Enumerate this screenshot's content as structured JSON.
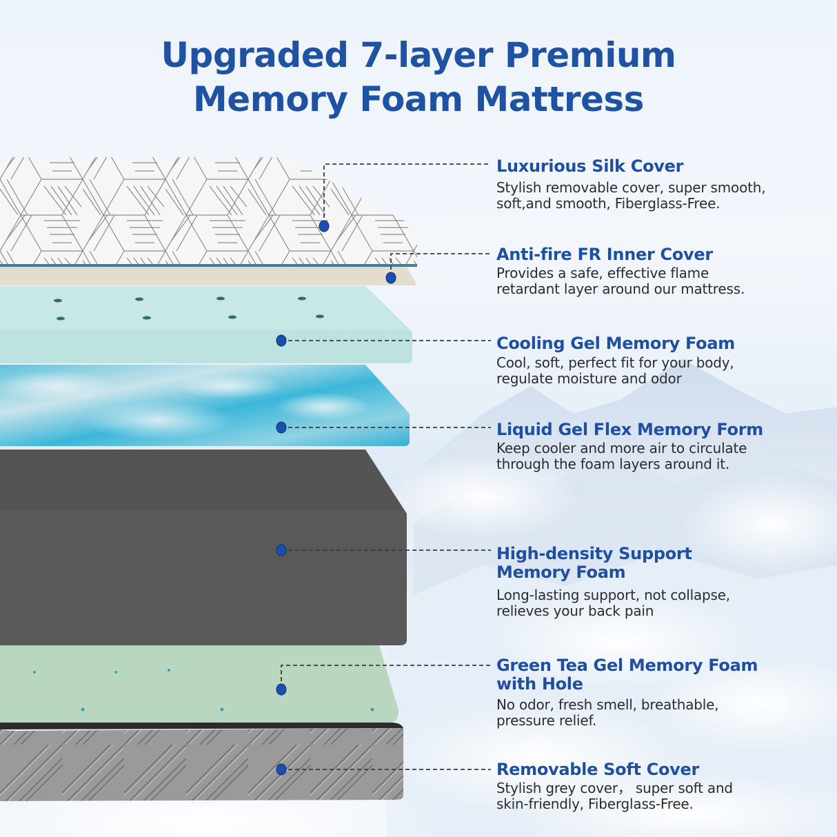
{
  "header": {
    "title_line1": "Upgraded 7-layer Premium",
    "title_line2": "Memory Foam Mattress"
  },
  "colors": {
    "title": "#1f52a3",
    "heading": "#1f4fa0",
    "body_text": "#2b2b2b",
    "dot": "#1a4fb0",
    "connector": "#3a3a3a"
  },
  "layers": [
    {
      "name": "Luxurious Silk Cover",
      "desc_line1": "Stylish removable cover, super smooth,",
      "desc_line2": "soft,and smooth, Fiberglass-Free."
    },
    {
      "name": "Anti-fire FR Inner Cover",
      "desc_line1": "Provides a safe, effective flame",
      "desc_line2": "retardant layer around our mattress."
    },
    {
      "name": "Cooling Gel Memory Foam",
      "desc_line1": "Cool, soft, perfect fit for your body,",
      "desc_line2": "regulate moisture and odor"
    },
    {
      "name": "Liquid Gel Flex Memory Form",
      "desc_line1": "Keep cooler and more air to circulate",
      "desc_line2": "through the foam layers around it."
    },
    {
      "name_line1": "High-density Support",
      "name_line2": "Memory Foam",
      "desc_line1": "Long-lasting support, not collapse,",
      "desc_line2": "relieves your back pain"
    },
    {
      "name_line1": "Green Tea Gel Memory Foam",
      "name_line2": "with Hole",
      "desc_line1": "No odor, fresh smell, breathable,",
      "desc_line2": "pressure relief."
    },
    {
      "name": "Removable Soft Cover",
      "desc_line1": "Stylish grey cover，  super soft and",
      "desc_line2": "skin-friendly, Fiberglass-Free."
    }
  ]
}
